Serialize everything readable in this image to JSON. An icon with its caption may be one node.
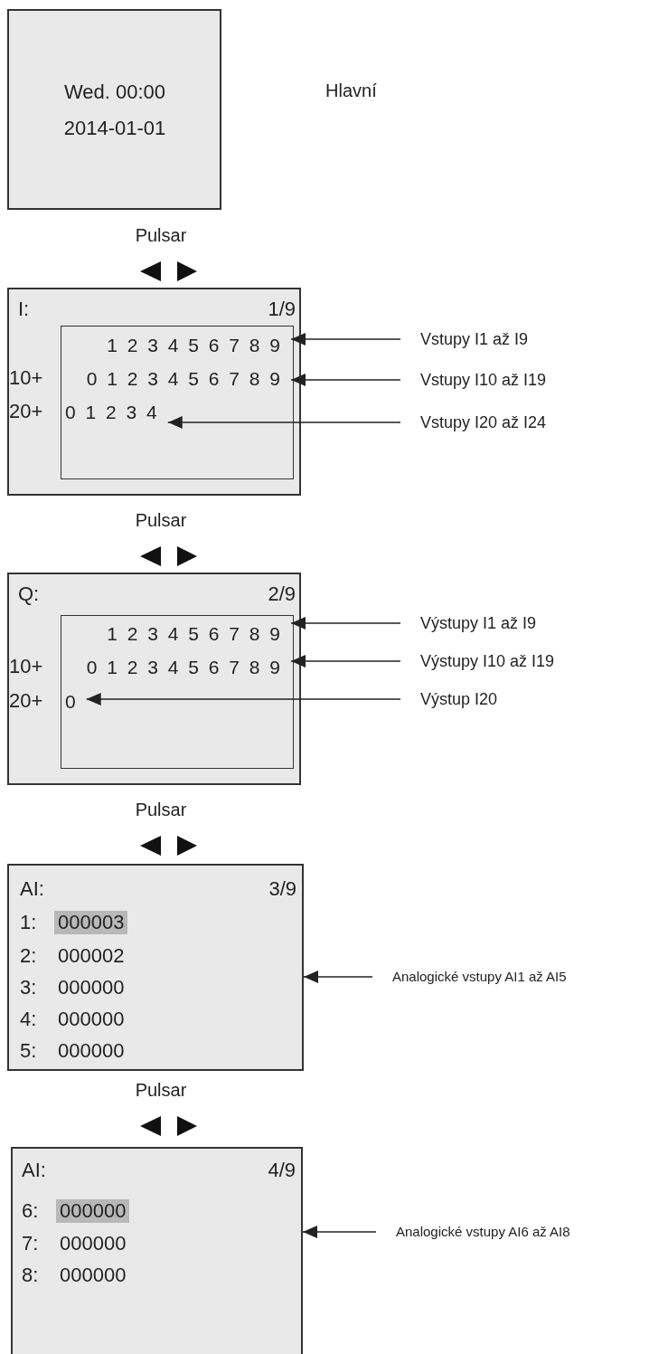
{
  "diagram": {
    "nodes": [
      {
        "text": [
          "Wed. 00:00",
          "2014-01-01"
        ]
      },
      {
        "text": [
          "I:",
          "1/9",
          "10+",
          "20+"
        ]
      },
      {
        "text": [],
        "shape": "box",
        "in": 1
      },
      {
        "text": [
          "1 2 3 4 5 6 7 8 9"
        ],
        "in": 2
      },
      {
        "text": [
          "0 1 2 3 4 5 6 7 8 9"
        ],
        "in": 2
      },
      {
        "text": [
          "0 1 2 3 4"
        ],
        "in": 2
      },
      {
        "text": [
          "Vstupy I1 až I9"
        ]
      },
      {
        "text": [
          "Vstupy I10 až I19"
        ]
      },
      {
        "text": [
          "Vstupy I20 až I24"
        ]
      },
      {
        "text": [
          "Q:",
          "2/9",
          "10+",
          "20+"
        ]
      },
      {
        "text": [],
        "shape": "box",
        "in": 9
      },
      {
        "text": [
          "1 2 3 4 5 6 7 8 9"
        ],
        "in": 10
      },
      {
        "text": [
          "0 1 2 3 4 5 6 7 8 9"
        ],
        "in": 10
      },
      {
        "text": [
          "0"
        ],
        "in": 10
      },
      {
        "text": [
          "Výstupy I1 až I9"
        ]
      },
      {
        "text": [
          "Výstupy I10 až I19"
        ]
      },
      {
        "text": [
          "Výstup I20"
        ]
      },
      {
        "text": [
          "AI:",
          "3/9",
          "1:",
          "000003",
          "2:",
          "000002",
          "3:",
          "000000",
          "4:",
          "000000",
          "5:",
          "000000"
        ]
      },
      {
        "text": [
          "Analogické vstupy AI1 až AI5"
        ]
      },
      {
        "text": [
          "AI:",
          "4/9",
          "6:",
          "000000",
          "7:",
          "000000",
          "8:",
          "000000"
        ]
      },
      {
        "text": [
          "Analogické vstupy AI6 až AI8"
        ]
      }
    ],
    "edges": [
      {
        "from": 6,
        "to": 3,
        "arrow": "to"
      },
      {
        "from": 7,
        "to": 4,
        "arrow": "to"
      },
      {
        "from": 8,
        "to": 5,
        "arrow": "to"
      },
      {
        "from": 14,
        "to": 11,
        "arrow": "to"
      },
      {
        "from": 15,
        "to": 12,
        "arrow": "to"
      },
      {
        "from": 16,
        "to": 13,
        "arrow": "to"
      },
      {
        "from": 18,
        "to": 17,
        "arrow": "to"
      },
      {
        "from": 20,
        "to": 19,
        "arrow": "to"
      }
    ],
    "labels": [
      "Hlavní",
      "Pulsar",
      "Pulsar",
      "Pulsar",
      "Pulsar"
    ]
  }
}
